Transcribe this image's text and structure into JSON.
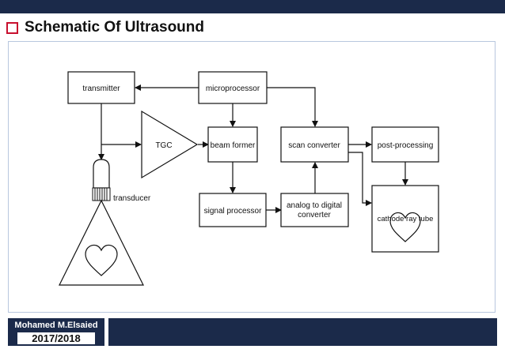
{
  "slide": {
    "title": "Schematic Of Ultrasound",
    "author": "Mohamed M.Elsaied",
    "year": "2017/2018"
  },
  "diagram": {
    "blocks": {
      "transmitter": "transmitter",
      "microprocessor": "microprocessor",
      "tgc": "TGC",
      "beam_former": "beam former",
      "scan_converter": "scan converter",
      "post_processing": "post-processing",
      "signal_processor": "signal processor",
      "adc_line1": "analog to digital",
      "adc_line2": "converter",
      "transducer": "transducer",
      "crt": "cathode ray tube"
    }
  },
  "colors": {
    "header_bar": "#1b2a4a",
    "bullet": "#c8102e",
    "frame_border": "#b8c7de"
  }
}
